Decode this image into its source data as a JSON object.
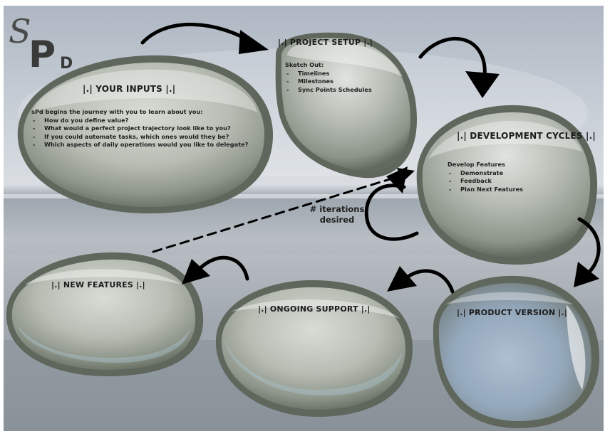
{
  "logo": {
    "text": "sPd"
  },
  "nodes": {
    "your_inputs": {
      "title": "|.| YOUR  INPUTS |.|",
      "intro": "sPd begins the journey with you to learn about you:",
      "items": [
        "How do you define value?",
        "What would a perfect project trajectory look like to you?",
        "If you could automate tasks, which ones would they be?",
        "Which aspects of daily operations would you like to delegate?"
      ]
    },
    "project_setup": {
      "title": "|.| PROJECT SETUP |.|",
      "intro": "Sketch Out:",
      "items": [
        "Timelines",
        "Milestones",
        "Sync Points Schedules"
      ]
    },
    "development_cycles": {
      "title": "|.| DEVELOPMENT CYCLES |.|",
      "intro": "Develop Features",
      "items": [
        "Demonstrate",
        "Feedback",
        "Plan Next Features"
      ]
    },
    "product_version": {
      "title": "|.| PRODUCT VERSION |.|"
    },
    "ongoing_support": {
      "title": "|.| ONGOING SUPPORT |.|"
    },
    "new_features": {
      "title": "|.| NEW FEATURES |.|"
    }
  },
  "loop_label": {
    "line1": "# iterations",
    "line2": "desired"
  },
  "colors": {
    "sky_top": "#c5cdd6",
    "sea": "#8c959e",
    "bubble_rim": "#5f665c",
    "bubble_fill": "#a8aea4",
    "arrow": "#000000",
    "text": "#1c1c1c"
  }
}
